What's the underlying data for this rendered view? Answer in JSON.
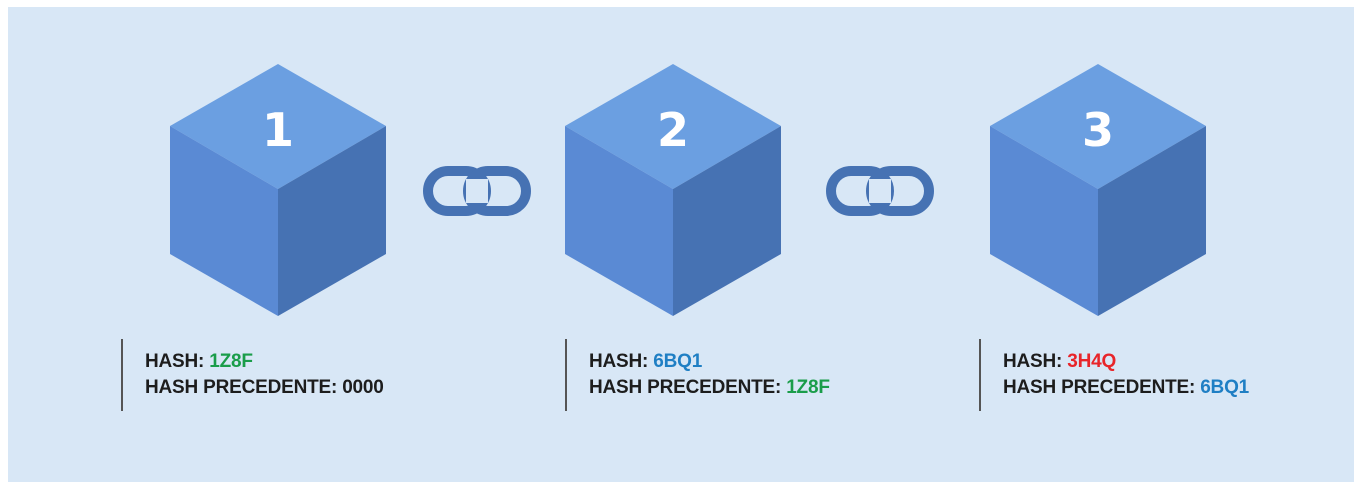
{
  "colors": {
    "background": "#d8e7f6",
    "cube_top": "#6b9fe1",
    "cube_left": "#5a8ad4",
    "cube_right": "#4672b3",
    "link": "#4672b3",
    "hash_green": "#1a9d4a",
    "hash_blue": "#1f7fc4",
    "hash_red": "#e8252a"
  },
  "blocks": [
    {
      "number": "1",
      "hash_label": "HASH: ",
      "hash": "1Z8F",
      "prev_label": "HASH PRECEDENTE: ",
      "prev_hash": "0000"
    },
    {
      "number": "2",
      "hash_label": "HASH: ",
      "hash": "6BQ1",
      "prev_label": "HASH PRECEDENTE: ",
      "prev_hash": "1Z8F"
    },
    {
      "number": "3",
      "hash_label": "HASH: ",
      "hash": "3H4Q",
      "prev_label": "HASH PRECEDENTE: ",
      "prev_hash": "6BQ1"
    }
  ],
  "links": [
    {
      "icon": "chain-link-icon"
    },
    {
      "icon": "chain-link-icon"
    }
  ]
}
